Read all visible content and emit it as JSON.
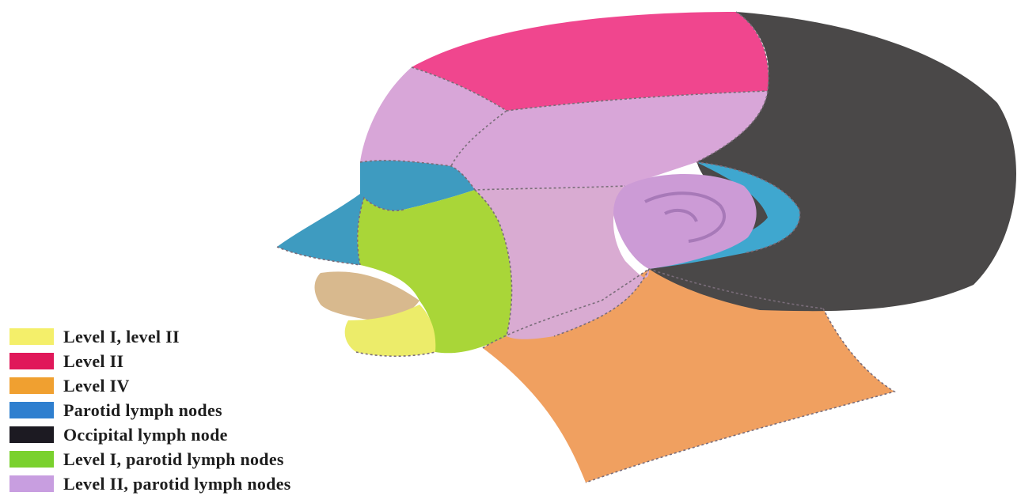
{
  "legend": {
    "items": [
      {
        "label": "Level I, level II",
        "color": "#f4ef6a"
      },
      {
        "label": "Level II",
        "color": "#e0185a"
      },
      {
        "label": "Level IV",
        "color": "#f0a030"
      },
      {
        "label": "Parotid lymph nodes",
        "color": "#2f7fcf"
      },
      {
        "label": "Occipital lymph node",
        "color": "#1c1a22"
      },
      {
        "label": "Level I, parotid lymph nodes",
        "color": "#7ad12e"
      },
      {
        "label": "Level II, parotid lymph nodes",
        "color": "#c89ee0"
      }
    ]
  },
  "regions": {
    "crown": {
      "color": "#f0468e",
      "icon": "scalp-crown-region"
    },
    "occiput": {
      "color": "#4a4848",
      "icon": "occipital-region"
    },
    "forehead": {
      "color": "#d8a6d8",
      "icon": "forehead-region"
    },
    "temple": {
      "color": "#d8a6d8",
      "icon": "temporal-region"
    },
    "cheek": {
      "color": "#d9abd2",
      "icon": "cheek-region"
    },
    "eye_nose": {
      "color": "#3e9bc0",
      "icon": "eye-nose-region"
    },
    "mid_face": {
      "color": "#a9d638",
      "icon": "midface-region"
    },
    "chin": {
      "color": "#ecec6a",
      "icon": "chin-region"
    },
    "lips": {
      "color": "#d8b98e",
      "icon": "lips-region"
    },
    "ear": {
      "color": "#cc9bd6",
      "icon": "ear-region"
    },
    "pre_post_auricular": {
      "color": "#3fa7cf",
      "icon": "periauricular-region"
    },
    "neck": {
      "color": "#f0a060",
      "icon": "neck-region"
    }
  }
}
